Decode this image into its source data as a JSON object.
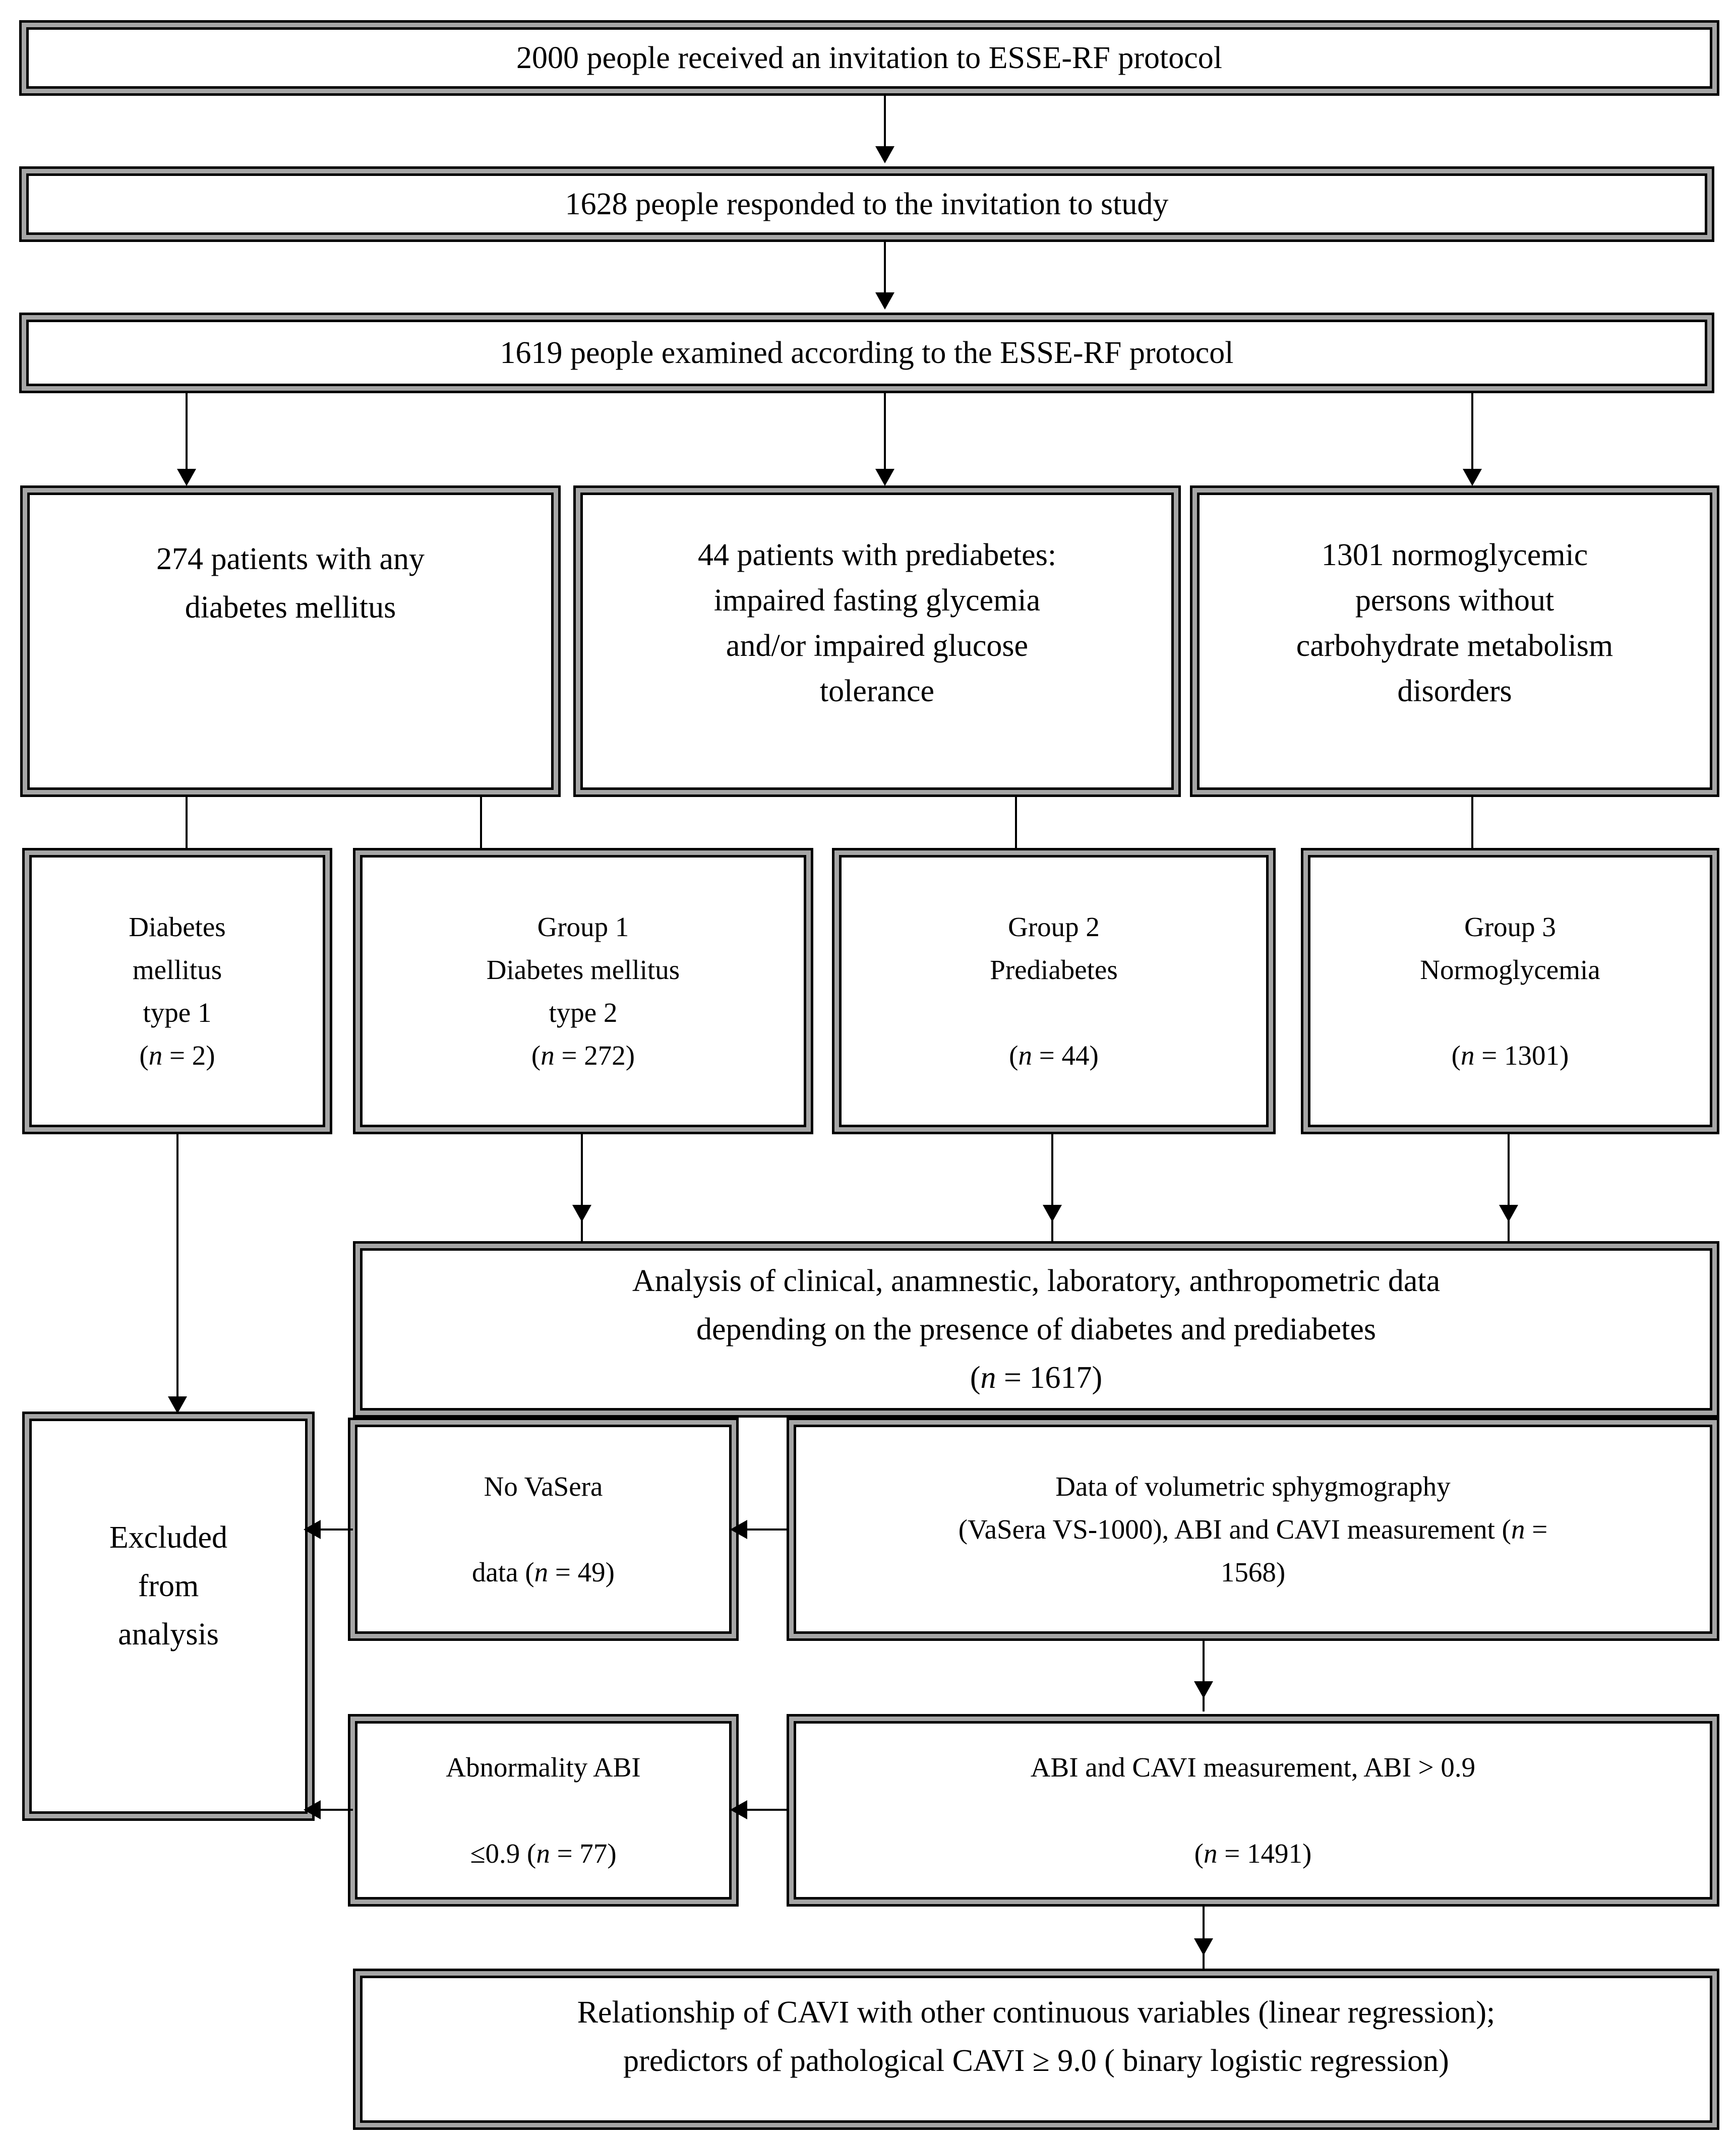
{
  "diagram": {
    "type": "flowchart",
    "title": "Study participant flow diagram (ESSE-RF protocol)",
    "nodes": [
      {
        "id": "invited",
        "lines": [
          "2000 people received an invitation to ESSE-RF  protocol"
        ]
      },
      {
        "id": "responded",
        "lines": [
          "1628 people responded to the invitation to study"
        ]
      },
      {
        "id": "examined",
        "lines": [
          "1619 people examined according to the ESSE-RF  protocol"
        ]
      },
      {
        "id": "any-diabetes",
        "lines": [
          "274 patients with any",
          "diabetes mellitus"
        ]
      },
      {
        "id": "prediabetes",
        "lines": [
          "44 patients with prediabetes:",
          "impaired  fasting glycemia",
          "and/or impaired  glucose",
          "tolerance"
        ]
      },
      {
        "id": "normoglycemic",
        "lines": [
          "1301 normoglycemic",
          "persons without",
          "carbohydrate metabolism",
          "disorders"
        ]
      },
      {
        "id": "dm-type1",
        "lines": [
          "Diabetes",
          "mellitus",
          "type 1",
          "(n = 2)"
        ]
      },
      {
        "id": "group1",
        "lines": [
          "Group 1",
          "Diabetes mellitus",
          "type 2",
          "(n = 272)"
        ]
      },
      {
        "id": "group2",
        "lines": [
          "Group 2",
          "Prediabetes",
          "(n = 44)"
        ]
      },
      {
        "id": "group3",
        "lines": [
          "Group 3",
          "Normoglycemia",
          "(n = 1301)"
        ]
      },
      {
        "id": "analysis",
        "lines": [
          "Analysis of clinical, anamnestic, laboratory, anthropometric data",
          "depending on the presence of diabetes and prediabetes",
          "(n = 1617)"
        ]
      },
      {
        "id": "excluded",
        "lines": [
          "Excluded",
          "from",
          "analysis"
        ]
      },
      {
        "id": "no-vasera",
        "lines": [
          "No VaSera",
          "data (n = 49)"
        ]
      },
      {
        "id": "sphygmography",
        "lines": [
          "Data of volumetric sphygmography",
          "(VaSera VS-1000), ABI and CAVI measurement (n =",
          "1568)"
        ]
      },
      {
        "id": "abnormal-abi",
        "lines": [
          "Abnormality ABI",
          "≤0.9 (n = 77)"
        ]
      },
      {
        "id": "abi-cavi",
        "lines": [
          "ABI and CAVI measurement, ABI > 0.9",
          "(n = 1491)"
        ]
      },
      {
        "id": "regression",
        "lines": [
          "Relationship of CAVI with other continuous variables (linear regression);",
          "predictors of pathological CAVI ≥ 9.0 ( binary logistic regression)"
        ]
      }
    ],
    "node_text": {
      "invited_l1": "2000 people received an invitation to ESSE-RF  protocol",
      "responded_l1": "1628 people responded to the invitation to study",
      "examined_l1": "1619 people examined according to the ESSE-RF  protocol",
      "any_diabetes_l1": "274 patients with any",
      "any_diabetes_l2": "diabetes mellitus",
      "prediabetes_l1": "44 patients with prediabetes:",
      "prediabetes_l2": "impaired  fasting glycemia",
      "prediabetes_l3": "and/or impaired  glucose",
      "prediabetes_l4": "tolerance",
      "normo_l1": "1301 normoglycemic",
      "normo_l2": "persons without",
      "normo_l3": "carbohydrate metabolism",
      "normo_l4": "disorders",
      "dm1_l1": "Diabetes",
      "dm1_l2": "mellitus",
      "dm1_l3": "type 1",
      "dm1_l4_pre": "(",
      "dm1_l4_n": "n",
      "dm1_l4_post": " = 2)",
      "g1_l1": "Group 1",
      "g1_l2": "Diabetes mellitus",
      "g1_l3": "type 2",
      "g1_l4_pre": "(",
      "g1_l4_n": "n",
      "g1_l4_post": " = 272)",
      "g2_l1": "Group 2",
      "g2_l2": "Prediabetes",
      "g2_l3_pre": "(",
      "g2_l3_n": "n",
      "g2_l3_post": " = 44)",
      "g3_l1": "Group 3",
      "g3_l2": "Normoglycemia",
      "g3_l3_pre": "(",
      "g3_l3_n": "n",
      "g3_l3_post": " = 1301)",
      "analysis_l1": "Analysis of clinical, anamnestic, laboratory, anthropometric data",
      "analysis_l2": "depending on the presence of diabetes and prediabetes",
      "analysis_l3_pre": "(",
      "analysis_l3_n": "n",
      "analysis_l3_post": " = 1617)",
      "excluded_l1": "Excluded",
      "excluded_l2": "from",
      "excluded_l3": "analysis",
      "novasera_l1": "No VaSera",
      "novasera_l2_pre": "data (",
      "novasera_l2_n": "n",
      "novasera_l2_post": " = 49)",
      "sphyg_l1": "Data of volumetric sphygmography",
      "sphyg_l2_pre": "(VaSera VS-1000), ABI and CAVI measurement (",
      "sphyg_l2_n": "n",
      "sphyg_l2_post": " =",
      "sphyg_l3": "1568)",
      "abnabi_l1": "Abnormality ABI",
      "abnabi_l2_pre": "≤0.9 (",
      "abnabi_l2_n": "n",
      "abnabi_l2_post": " = 77)",
      "abicavi_l1": "ABI and CAVI measurement, ABI > 0.9",
      "abicavi_l2_pre": "(",
      "abicavi_l2_n": "n",
      "abicavi_l2_post": " = 1491)",
      "regression_l1": "Relationship of CAVI with other continuous variables (linear regression);",
      "regression_l2": "predictors of pathological CAVI ≥ 9.0 ( binary logistic regression)"
    },
    "colors": {
      "line": "#000000",
      "border_outer": "#000000",
      "border_gap": "#a6a6a6",
      "fill": "#ffffff",
      "text": "#000000"
    },
    "edges": [
      {
        "from": "invited",
        "to": "responded"
      },
      {
        "from": "responded",
        "to": "examined"
      },
      {
        "from": "examined",
        "to": "any-diabetes"
      },
      {
        "from": "examined",
        "to": "prediabetes"
      },
      {
        "from": "examined",
        "to": "normoglycemic"
      },
      {
        "from": "any-diabetes",
        "to": "dm-type1"
      },
      {
        "from": "any-diabetes",
        "to": "group1"
      },
      {
        "from": "prediabetes",
        "to": "group2"
      },
      {
        "from": "normoglycemic",
        "to": "group3"
      },
      {
        "from": "group1",
        "to": "analysis"
      },
      {
        "from": "group2",
        "to": "analysis"
      },
      {
        "from": "group3",
        "to": "analysis"
      },
      {
        "from": "dm-type1",
        "to": "excluded"
      },
      {
        "from": "analysis",
        "to": "sphygmography"
      },
      {
        "from": "sphygmography",
        "to": "no-vasera"
      },
      {
        "from": "no-vasera",
        "to": "excluded"
      },
      {
        "from": "sphygmography",
        "to": "abi-cavi"
      },
      {
        "from": "abi-cavi",
        "to": "abnormal-abi"
      },
      {
        "from": "abnormal-abi",
        "to": "excluded"
      },
      {
        "from": "abi-cavi",
        "to": "regression"
      }
    ]
  }
}
